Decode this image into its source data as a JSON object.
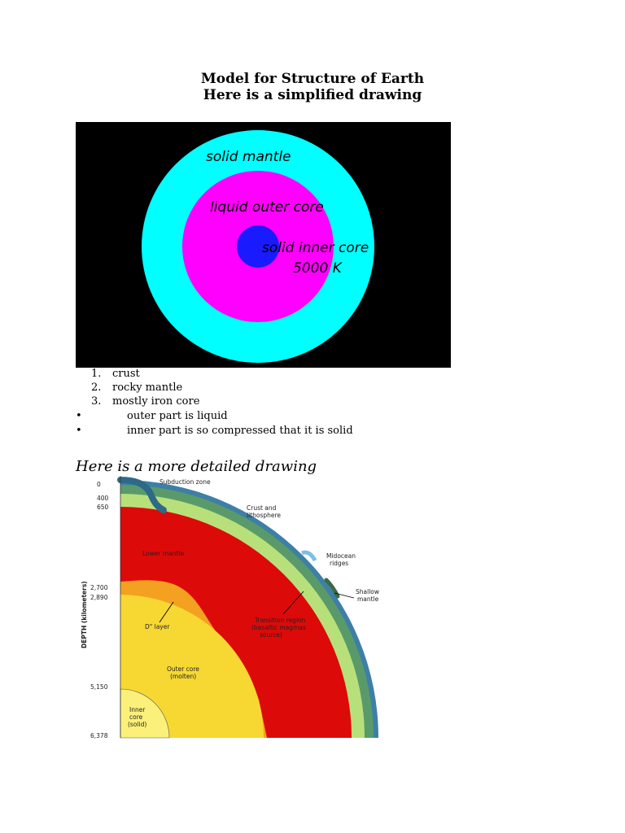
{
  "title_line1": "Model for Structure of Earth",
  "title_line2": "Here is a simplified drawing",
  "simple_diagram": {
    "solid_mantle": "solid mantle",
    "liquid_outer_core": "liquid outer core",
    "solid_inner_core": "solid inner core",
    "temperature": "5000 K",
    "colors": {
      "background": "#000000",
      "mantle": "#00ffff",
      "outer_core": "#ff00ff",
      "inner_core": "#1a1aff"
    }
  },
  "ordered_list": [
    {
      "num": "1.",
      "text": "crust"
    },
    {
      "num": "2.",
      "text": "rocky  mantle"
    },
    {
      "num": "3.",
      "text": "mostly iron  core"
    }
  ],
  "bullets": [
    {
      "mark": "•",
      "text": "outer part is liquid"
    },
    {
      "mark": "•",
      "text": "inner part is so compressed that it is solid"
    }
  ],
  "detail_heading": "Here is a more detailed drawing",
  "detail_diagram": {
    "axis_label": "DEPTH (kilometers)",
    "depths": [
      "0",
      "400",
      "650",
      "2,700",
      "2,890",
      "5,150",
      "6,378"
    ],
    "labels": {
      "subduction": "Subduction zone",
      "crust_1": "Crust and",
      "crust_2": "lithosphere",
      "midocean_1": "Midocean",
      "midocean_2": "ridges",
      "shallow_1": "Shallow",
      "shallow_2": "mantle",
      "lower_mantle": "Lower mantle",
      "transition_1": "Transition region",
      "transition_2": "(basaltic magmas",
      "transition_3": "source)",
      "d_layer": "D\" layer",
      "outer_core_1": "Outer core",
      "outer_core_2": "(molten)",
      "inner_core_1": "Inner",
      "inner_core_2": "core",
      "inner_core_3": "(solid)"
    }
  }
}
